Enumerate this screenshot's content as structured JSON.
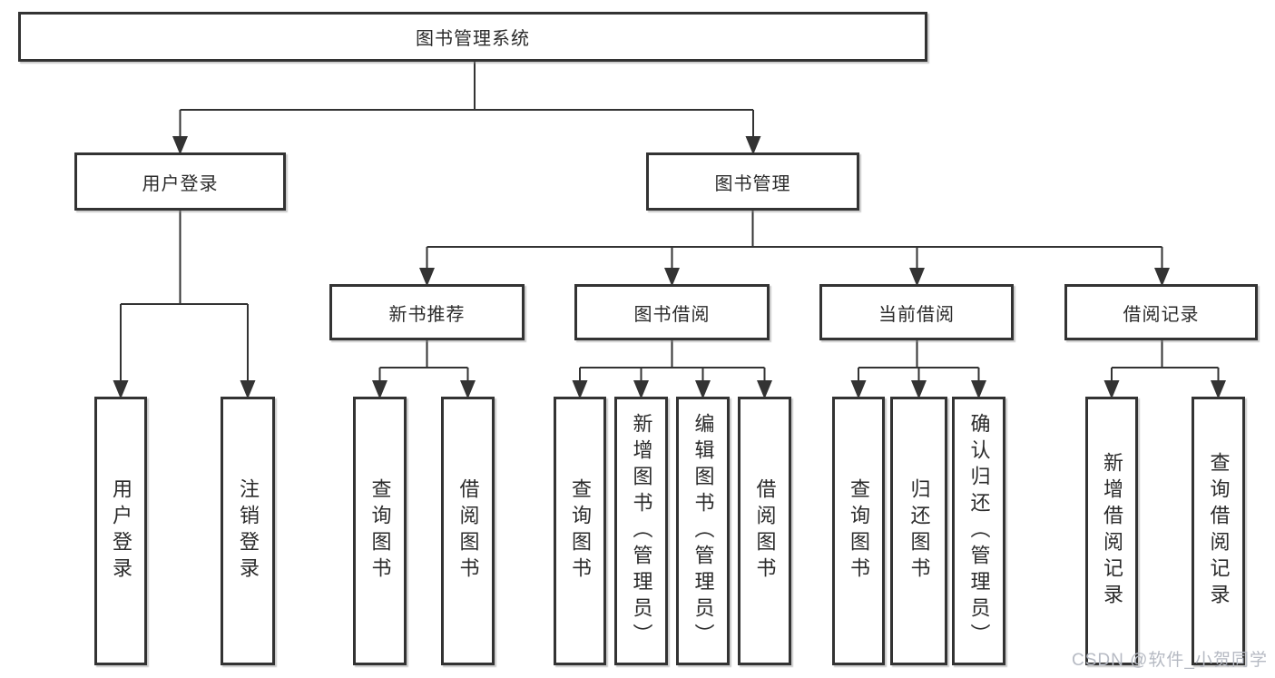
{
  "diagram": {
    "root_label": "图书管理系统",
    "level2": {
      "user_login": "用户登录",
      "book_management": "图书管理"
    },
    "level3": {
      "new_book_recommend": "新书推荐",
      "book_borrow": "图书借阅",
      "current_borrow": "当前借阅",
      "borrow_records": "借阅记录"
    },
    "leaves": {
      "user_login": [
        "用户登录",
        "注销登录"
      ],
      "new_book_recommend": [
        "查询图书",
        "借阅图书"
      ],
      "book_borrow": [
        "查询图书",
        "新增图书（管理员）",
        "编辑图书（管理员）",
        "借阅图书"
      ],
      "current_borrow": [
        "查询图书",
        "归还图书",
        "确认归还（管理员）"
      ],
      "borrow_records": [
        "新增借阅记录",
        "查询借阅记录"
      ]
    }
  },
  "watermark": {
    "text": "CSDN @软件_小贺同学"
  },
  "colors": {
    "line": "#333333",
    "box_border": "#333333",
    "text": "#2b2b2b",
    "background": "#ffffff",
    "watermark": "#b6bac3"
  }
}
